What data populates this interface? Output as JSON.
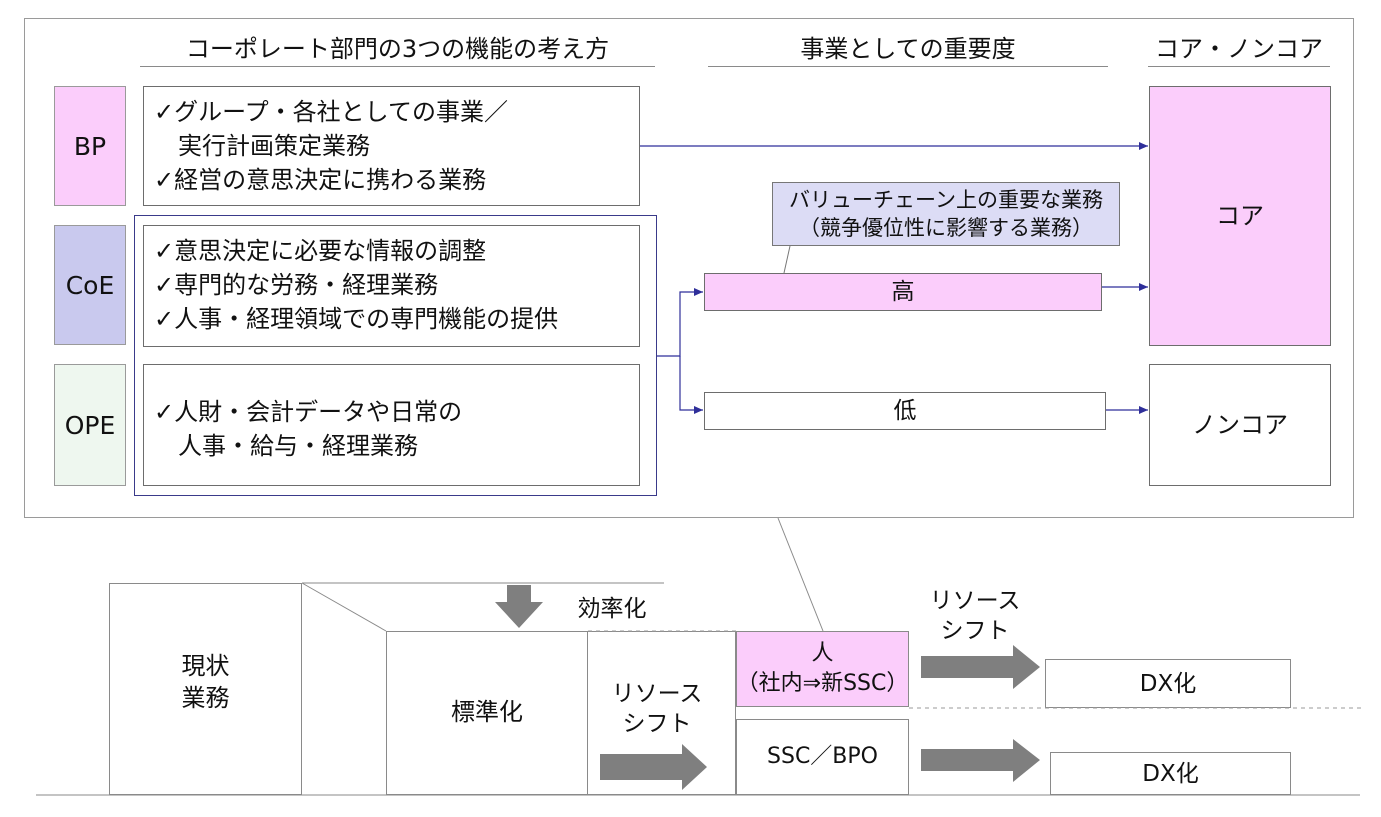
{
  "top_panel": {
    "headers": {
      "functions": "コーポレート部門の3つの機能の考え方",
      "importance": "事業としての重要度",
      "core_noncore": "コア・ノンコア"
    },
    "rows": [
      {
        "tag": "BP",
        "text": "✓グループ・各社としての事業／\n　実行計画策定業務\n✓経営の意思決定に携わる業務"
      },
      {
        "tag": "CoE",
        "text": "✓意思決定に必要な情報の調整\n✓専門的な労務・経理業務\n✓人事・経理領域での専門機能の提供"
      },
      {
        "tag": "OPE",
        "text": "✓人財・会計データや日常の\n　人事・給与・経理業務"
      }
    ],
    "callout": "バリューチェーン上の重要な業務\n（競争優位性に影響する業務）",
    "importance_high": "高",
    "importance_low": "低",
    "core": "コア",
    "noncore": "ノンコア"
  },
  "bottom_flow": {
    "current": "現状\n業務",
    "efficiency": "効率化",
    "standardize": "標準化",
    "shift_left": "リソース\nシフト",
    "shift_right": "リソース\nシフト",
    "people": "人\n（社内⇒新SSC）",
    "ssc_bpo": "SSC／BPO",
    "dx_top": "DX化",
    "dx_bottom": "DX化"
  },
  "colors": {
    "pink": "#fbcdfb",
    "lavender": "#c9c9ee",
    "mint": "#eef7ef",
    "callout_fill": "#dcdcf5",
    "arrow_blue": "#2f2f9a",
    "arrow_gray": "#7f7f7f"
  }
}
